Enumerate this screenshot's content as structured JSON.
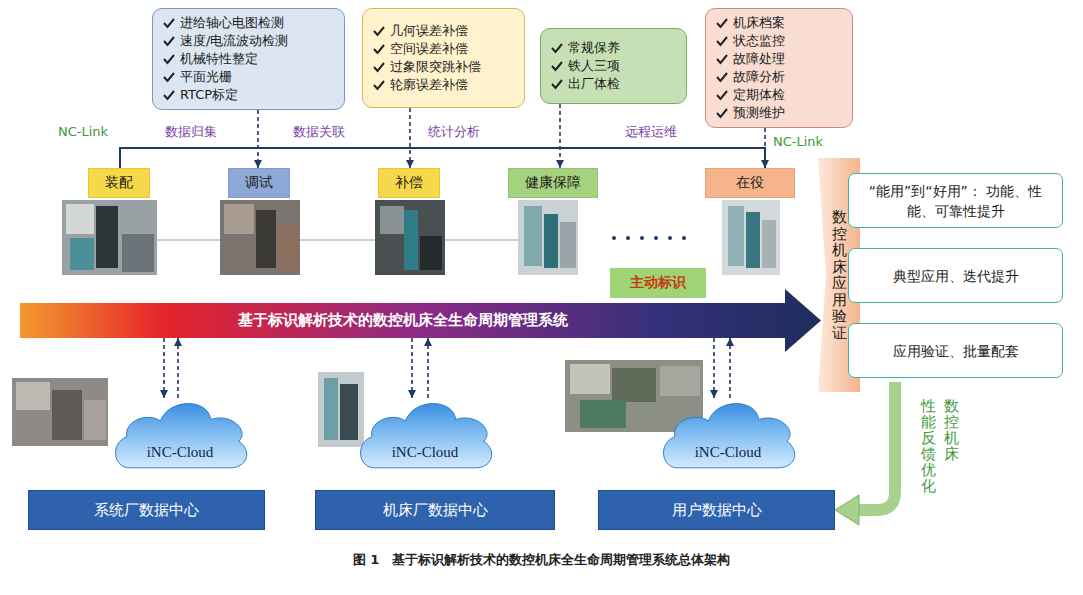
{
  "diagram": {
    "caption": "图 1　基于标识解析技术的数控机床全生命周期管理系统总体架构",
    "nodes": [
      {
        "text": [
          "进给轴心电图检测",
          "速度/电流波动检测",
          "机械特性整定",
          "平面光栅",
          "RTCP标定"
        ]
      },
      {
        "text": [
          "几何误差补偿",
          "空间误差补偿",
          "过象限突跳补偿",
          "轮廓误差补偿"
        ]
      },
      {
        "text": [
          "常规保养",
          "铁人三项",
          "出厂体检"
        ]
      },
      {
        "text": [
          "机床档案",
          "状态监控",
          "故障处理",
          "故障分析",
          "定期体检",
          "预测维护"
        ]
      },
      {
        "text": [
          "装配"
        ]
      },
      {
        "text": [
          "调试"
        ]
      },
      {
        "text": [
          "补偿"
        ]
      },
      {
        "text": [
          "健康保障"
        ]
      },
      {
        "text": [
          "在役"
        ]
      },
      {
        "text": [
          "主动标识"
        ]
      },
      {
        "text": [
          "基于标识解析技术的数控机床全生命周期管理系统"
        ]
      },
      {
        "text": [
          "数控机床应用验证"
        ]
      },
      {
        "text": [
          "“能用”到“好用”： 功能、性能、可靠性提升"
        ]
      },
      {
        "text": [
          "典型应用、迭代提升"
        ]
      },
      {
        "text": [
          "应用验证、批量配套"
        ]
      },
      {
        "text": [
          "iNC-Cloud"
        ]
      },
      {
        "text": [
          "iNC-Cloud"
        ]
      },
      {
        "text": [
          "iNC-Cloud"
        ]
      },
      {
        "text": [
          "系统厂数据中心"
        ]
      },
      {
        "text": [
          "机床厂数据中心"
        ]
      },
      {
        "text": [
          "用户数据中心"
        ]
      }
    ],
    "edges": [
      {
        "from": 0,
        "to": 5,
        "arrow": "to"
      },
      {
        "from": 1,
        "to": 6,
        "arrow": "to"
      },
      {
        "from": 2,
        "to": 7,
        "arrow": "to"
      },
      {
        "from": 3,
        "to": 8,
        "arrow": "to"
      },
      {
        "from": 10,
        "to": 15,
        "arrow": "to"
      },
      {
        "from": 15,
        "to": 10,
        "arrow": "to"
      },
      {
        "from": 10,
        "to": 16,
        "arrow": "to"
      },
      {
        "from": 16,
        "to": 10,
        "arrow": "to"
      },
      {
        "from": 10,
        "to": 17,
        "arrow": "to"
      },
      {
        "from": 17,
        "to": 10,
        "arrow": "to"
      },
      {
        "from": 14,
        "to": 20,
        "arrow": "to"
      }
    ],
    "labels": [
      "NC-Link",
      "数据归集",
      "数据关联",
      "统计分析",
      "远程运维",
      "NC-Link",
      "数控机床",
      "性能反馈优化"
    ]
  }
}
